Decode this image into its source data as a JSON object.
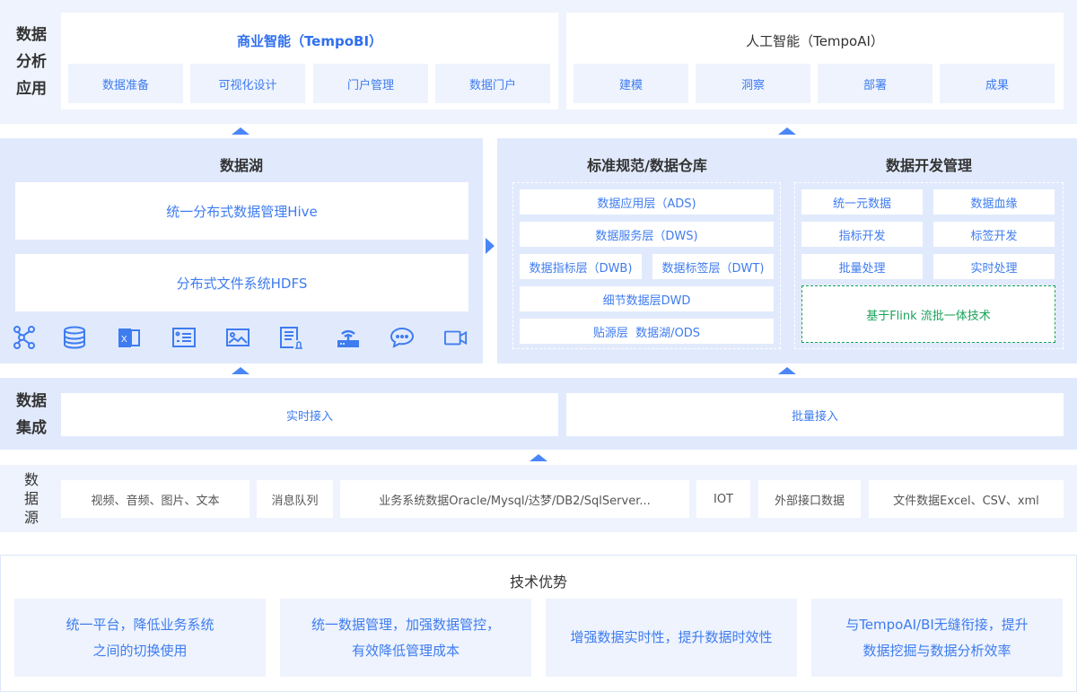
{
  "application": {
    "label": "数据\n分析\n应用",
    "label_lines": [
      "数据",
      "分析",
      "应用"
    ],
    "bi": {
      "title": "商业智能（TempoBI）",
      "items": [
        "数据准备",
        "可视化设计",
        "门户管理",
        "数据门户"
      ]
    },
    "ai": {
      "title": "人工智能（TempoAI）",
      "items": [
        "建模",
        "洞察",
        "部署",
        "成果"
      ]
    }
  },
  "lake": {
    "title": "数据湖",
    "items": [
      "统一分布式数据管理Hive",
      "分布式文件系统HDFS"
    ],
    "icons": [
      "graph-icon",
      "database-icon",
      "excel-icon",
      "form-icon",
      "image-icon",
      "document-bell-icon",
      "router-icon",
      "chat-icon",
      "video-icon"
    ]
  },
  "warehouse": {
    "title": "标准规范/数据仓库",
    "layers": {
      "ads": "数据应用层（ADS)",
      "dws": "数据服务层（DWS)",
      "dwb": "数据指标层（DWB)",
      "dwt": "数据标签层（DWT)",
      "dwd": "细节数据层DWD",
      "ods": "贴源层  数据湖/ODS"
    }
  },
  "devmgmt": {
    "title": "数据开发管理",
    "items": [
      "统一元数据",
      "数据血缘",
      "指标开发",
      "标签开发",
      "批量处理",
      "实时处理"
    ],
    "flink": "基于Flink 流批一体技术"
  },
  "integration": {
    "label_lines": [
      "数据",
      "集成"
    ],
    "items": [
      "实时接入",
      "批量接入"
    ]
  },
  "sources": {
    "label_lines": [
      "数",
      "据",
      "源"
    ],
    "items": [
      "视频、音频、图片、文本",
      "消息队列",
      "业务系统数据Oracle/Mysql/达梦/DB2/SqlServer...",
      "IOT",
      "外部接口数据",
      "文件数据Excel、CSV、xml"
    ]
  },
  "advantages": {
    "title": "技术优势",
    "items": [
      [
        "统一平台，降低业务系统",
        "之间的切换使用"
      ],
      [
        "统一数据管理，加强数据管控，",
        "有效降低管理成本"
      ],
      [
        "增强数据实时性，提升数据时效性"
      ],
      [
        "与TempoAI/BI无缝衔接，提升",
        "数据挖掘与数据分析效率"
      ]
    ]
  },
  "colors": {
    "accent": "#3e7cf0",
    "band_light": "#eef3fd",
    "band_mid": "#e1eafc",
    "green": "#1aa35a"
  }
}
